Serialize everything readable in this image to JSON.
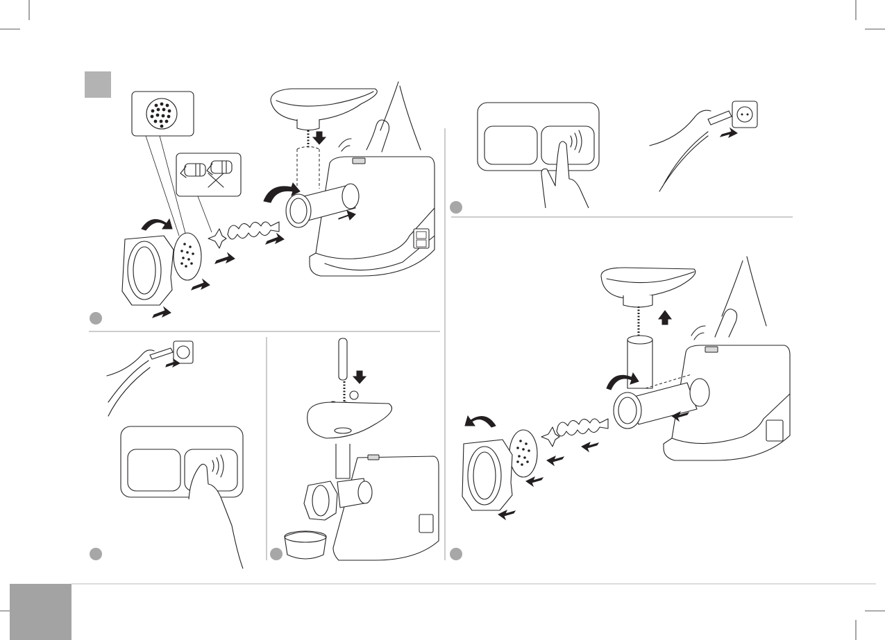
{
  "page": {
    "section_marker": "",
    "page_number": ""
  },
  "panels": [
    {
      "step": "",
      "name": "assembly"
    },
    {
      "step": "",
      "name": "power-button-press"
    },
    {
      "step": "",
      "name": "unplug"
    },
    {
      "step": "",
      "name": "press-button"
    },
    {
      "step": "",
      "name": "operate"
    },
    {
      "step": "",
      "name": "disassembly"
    }
  ],
  "colors": {
    "marker_gray": "#b3b3b3",
    "step_dot": "#a7a7a7",
    "footer_tab": "#a3a3a3",
    "line": "#231f20"
  }
}
